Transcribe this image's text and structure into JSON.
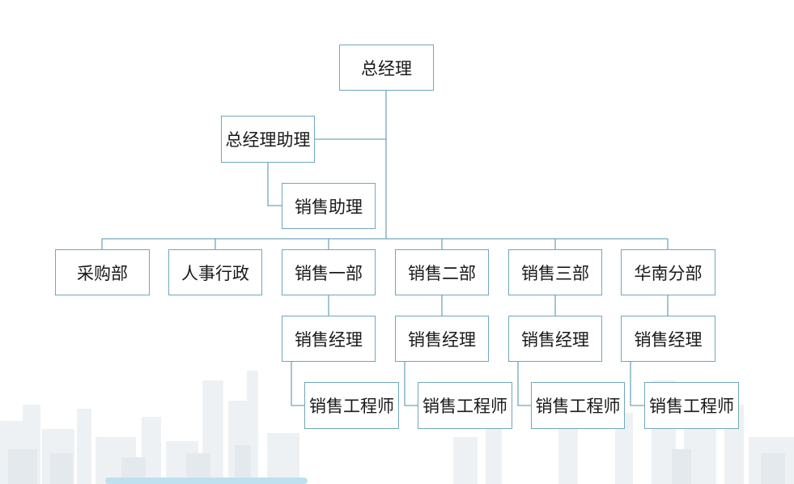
{
  "org_chart": {
    "root": "总经理",
    "assistant": "总经理助理",
    "sales_assistant": "销售助理",
    "departments": [
      "采购部",
      "人事行政",
      "销售一部",
      "销售二部",
      "销售三部",
      "华南分部"
    ],
    "managers": [
      "销售经理",
      "销售经理",
      "销售经理",
      "销售经理"
    ],
    "engineers": [
      "销售工程师",
      "销售工程师",
      "销售工程师",
      "销售工程师"
    ]
  },
  "colors": {
    "node_border": "#6fa8bb",
    "connector": "#6fa8bb",
    "skyline": "#e9edf1"
  }
}
